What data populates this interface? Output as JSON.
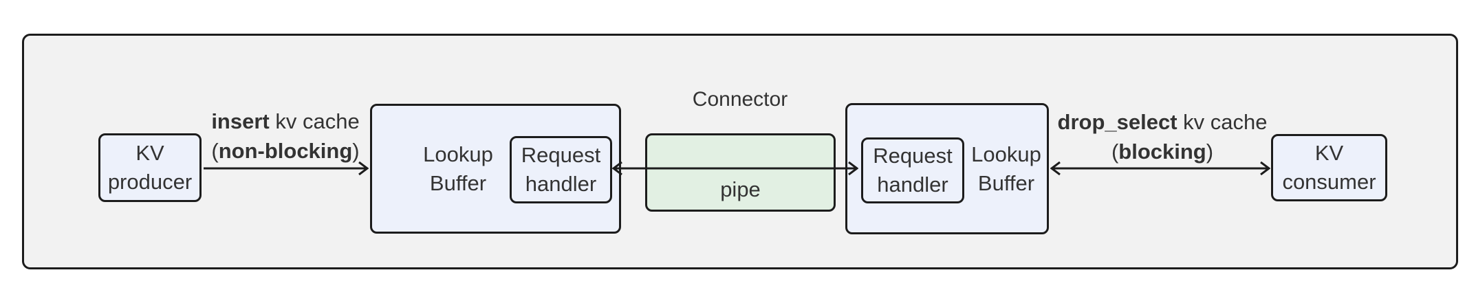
{
  "title": "Connector",
  "nodes": {
    "kv_producer": {
      "line1": "KV",
      "line2": "producer"
    },
    "lookup_buffer_left": {
      "line1": "Lookup",
      "line2": "Buffer"
    },
    "request_handler_left": {
      "line1": "Request",
      "line2": "handler"
    },
    "pipe": {
      "label": "pipe"
    },
    "request_handler_right": {
      "line1": "Request",
      "line2": "handler"
    },
    "lookup_buffer_right": {
      "line1": "Lookup",
      "line2": "Buffer"
    },
    "kv_consumer": {
      "line1": "KV",
      "line2": "consumer"
    }
  },
  "edges": {
    "insert": {
      "bold": "insert",
      "rest": " kv cache",
      "open": "(",
      "bold2": "non-blocking",
      "close": ")"
    },
    "drop_select": {
      "bold": "drop_select",
      "rest": " kv cache",
      "open": "(",
      "bold2": "blocking",
      "close": ")"
    }
  },
  "colors": {
    "node_fill": "#edf1fb",
    "pipe_fill": "#e2f0e3",
    "container_fill": "#f2f2f2",
    "border_color": "#1c1c1c",
    "text_color": "#333333",
    "page_bg": "#ffffff"
  }
}
